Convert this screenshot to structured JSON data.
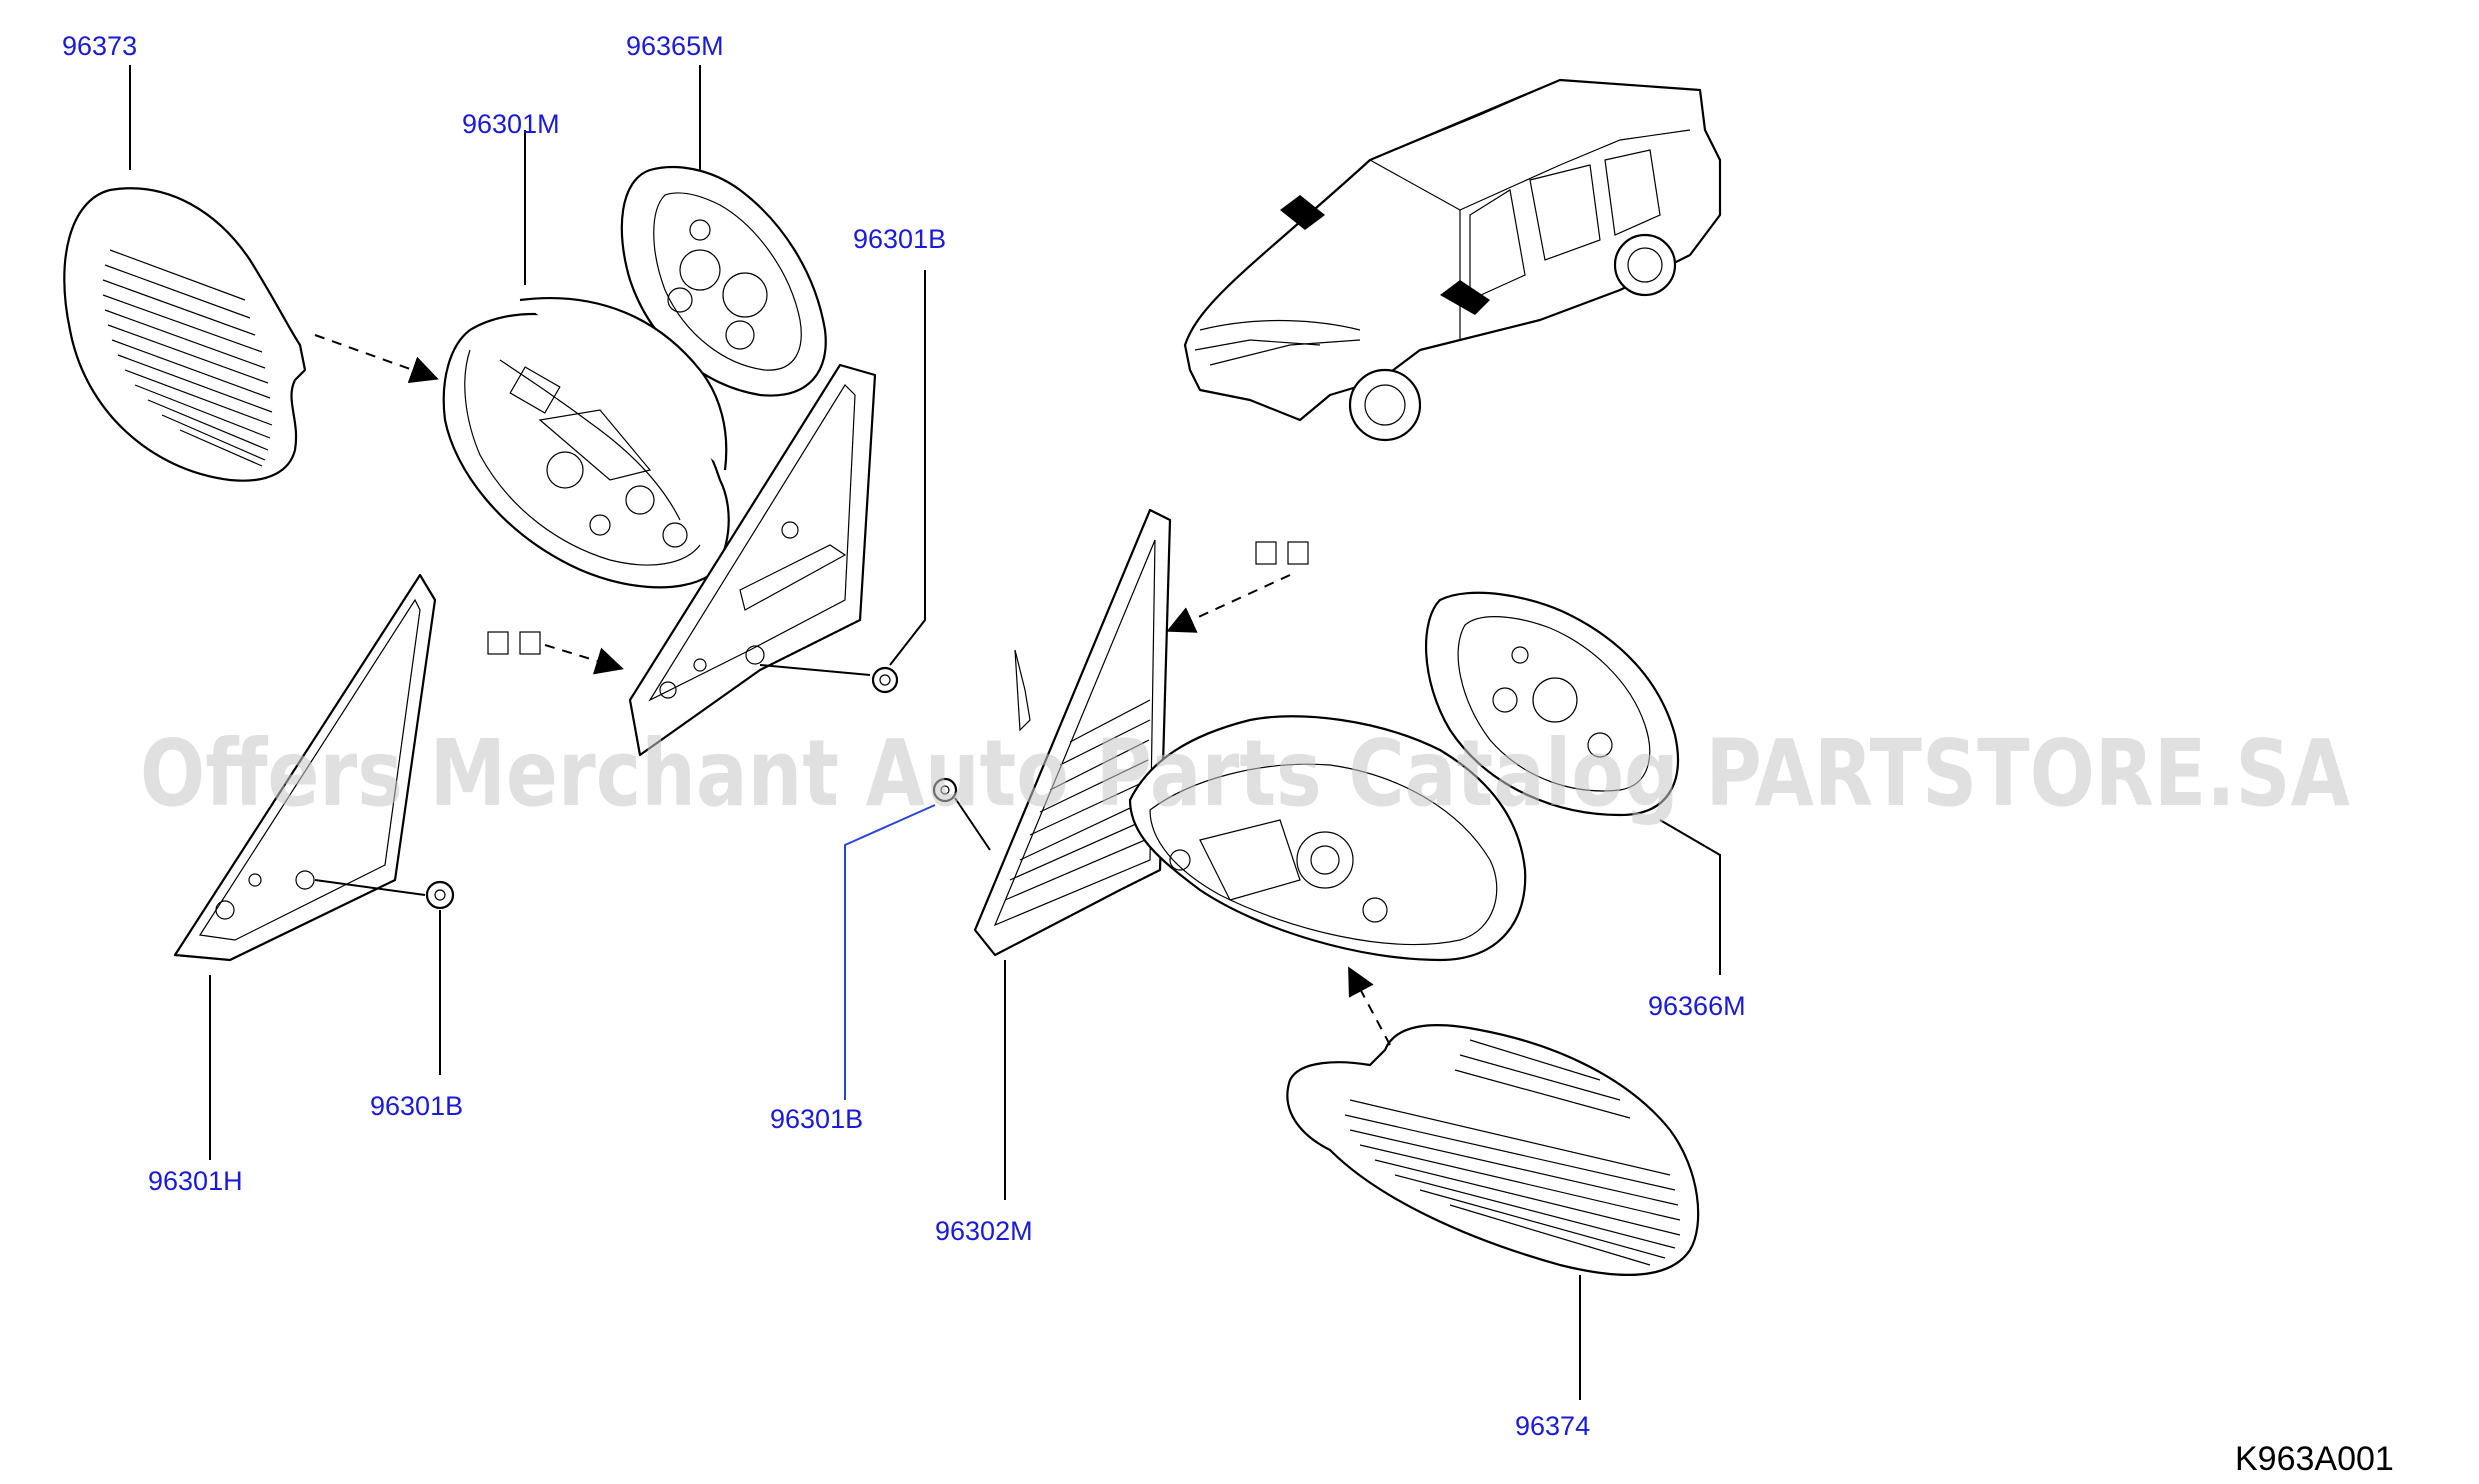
{
  "diagram": {
    "labels": {
      "p96373": "96373",
      "p96365M": "96365M",
      "p96301M": "96301M",
      "p96301B_top": "96301B",
      "p96301B_left": "96301B",
      "p96301H": "96301H",
      "p96301B_mid": "96301B",
      "p96302M": "96302M",
      "p96366M": "96366M",
      "p96374": "96374"
    },
    "drawing_code": "K963A001",
    "watermark": "Offers Merchant Auto Parts Catalog PARTSTORE.SA"
  }
}
